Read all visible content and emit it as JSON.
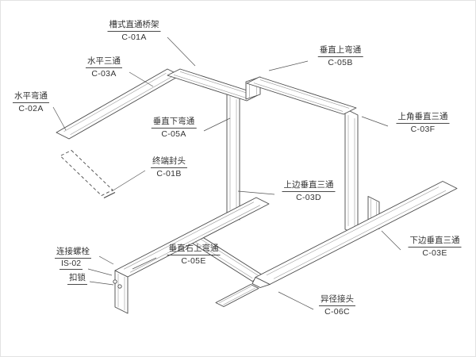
{
  "colors": {
    "line": "#4a4a4a",
    "rail": "#9a9a9a",
    "label": "#333333",
    "background": "#ffffff"
  },
  "labels": {
    "c01a": {
      "name": "槽式直通桥架",
      "code": "C-01A"
    },
    "c03a": {
      "name": "水平三通",
      "code": "C-03A"
    },
    "c02a": {
      "name": "水平弯通",
      "code": "C-02A"
    },
    "c05b": {
      "name": "垂直上弯通",
      "code": "C-05B"
    },
    "c05a": {
      "name": "垂直下弯通",
      "code": "C-05A"
    },
    "c01b": {
      "name": "终端封头",
      "code": "C-01B"
    },
    "c03f": {
      "name": "上角垂直三通",
      "code": "C-03F"
    },
    "c03d": {
      "name": "上边垂直三通",
      "code": "C-03D"
    },
    "c05e": {
      "name": "垂直右上弯通",
      "code": "C-05E"
    },
    "c03e": {
      "name": "下边垂直三通",
      "code": "C-03E"
    },
    "c06c": {
      "name": "异径接头",
      "code": "C-06C"
    },
    "bolt": {
      "line1": "连接螺栓",
      "line2": "IS-02",
      "line3": "扣锁"
    }
  }
}
